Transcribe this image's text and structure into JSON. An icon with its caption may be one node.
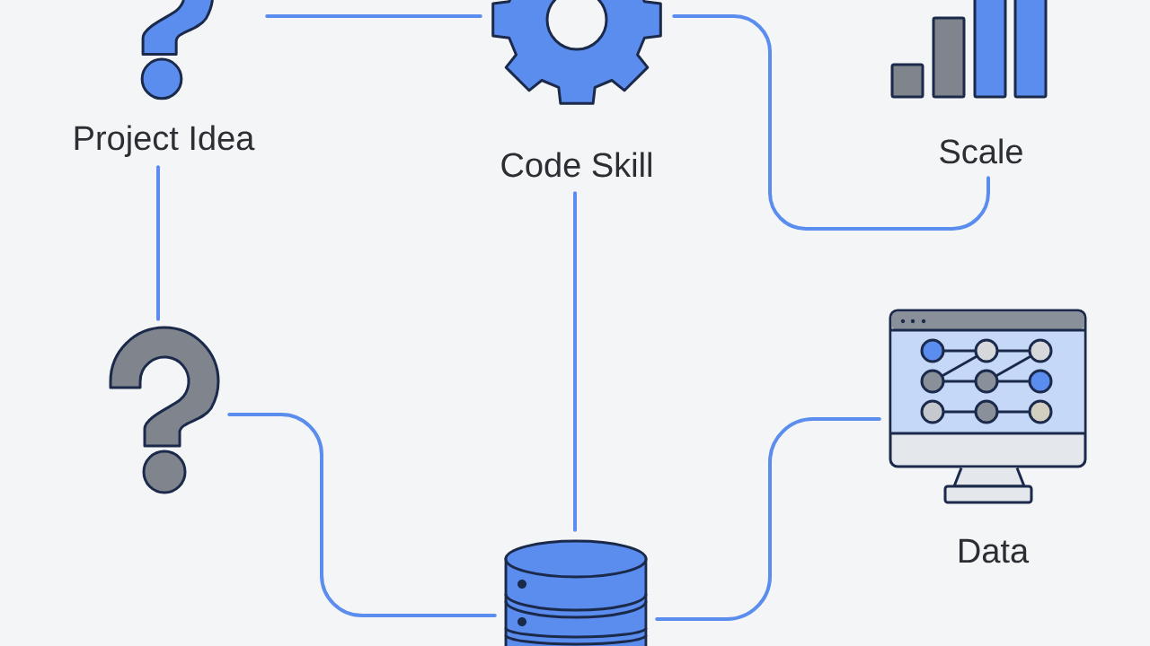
{
  "diagram": {
    "nodes": [
      {
        "text": [
          "Project Idea"
        ]
      },
      {
        "text": [
          "Code Skill"
        ]
      },
      {
        "text": [
          "Scale"
        ]
      },
      {
        "text": [],
        "shape": "picture"
      },
      {
        "text": [],
        "shape": "cylinder"
      },
      {
        "text": [
          "Data"
        ]
      }
    ],
    "edges": [
      {
        "from": 0,
        "to": 1,
        "arrow": "none"
      },
      {
        "from": 1,
        "to": 2,
        "arrow": "none"
      },
      {
        "from": 0,
        "to": 3,
        "arrow": "none"
      },
      {
        "from": 1,
        "to": 4,
        "arrow": "none"
      },
      {
        "from": 3,
        "to": 4,
        "arrow": "none"
      },
      {
        "from": 4,
        "to": 5,
        "arrow": "none"
      }
    ]
  }
}
